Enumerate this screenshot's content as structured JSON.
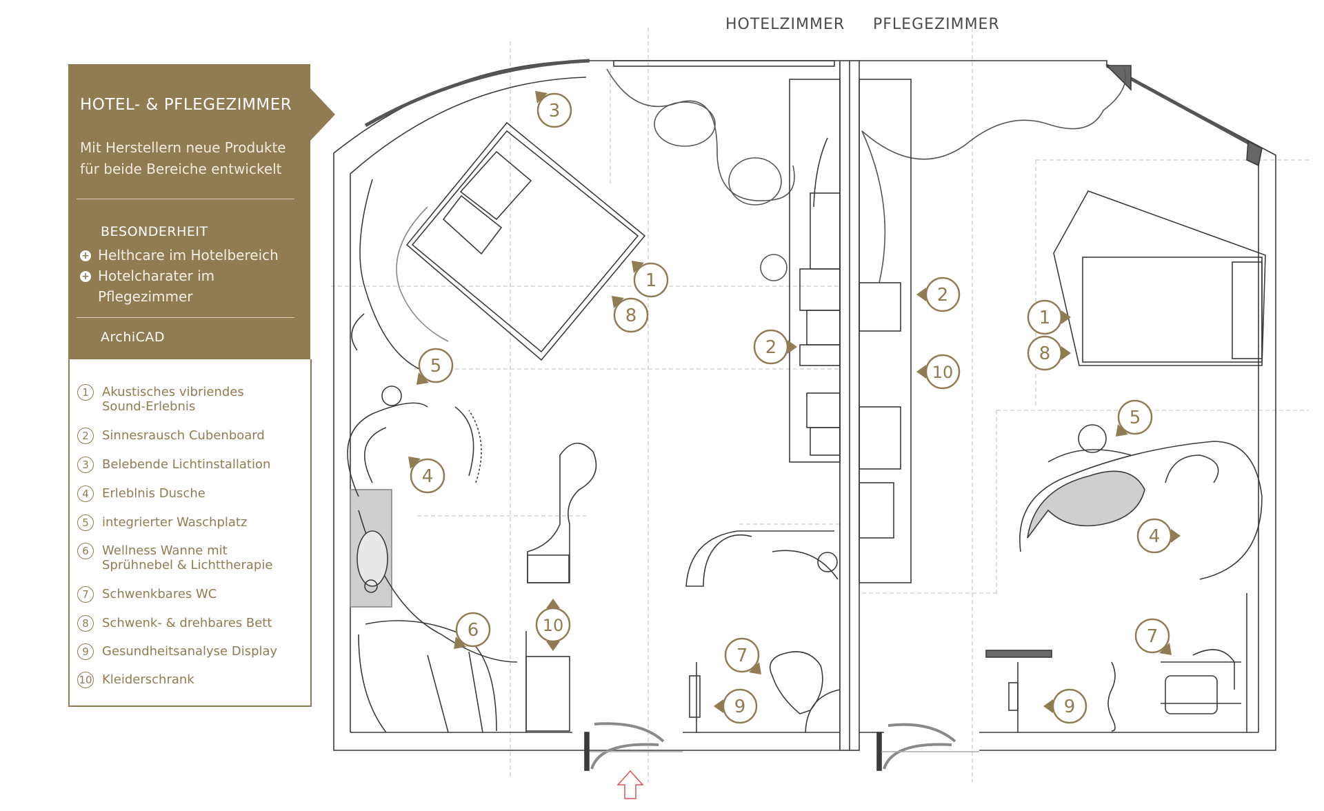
{
  "header": {
    "left_room": "HOTELZIMMER",
    "right_room": "PFLEGEZIMMER"
  },
  "panel": {
    "title": "HOTEL- & PFLEGEZIMMER",
    "subtitle_line1": "Mit Herstellern neue Produkte",
    "subtitle_line2": "für beide Bereiche entwickelt",
    "section1": "BESONDERHEIT",
    "bullet1": "Helthcare im Hotelbereich",
    "bullet2_line1": "Hotelcharater im",
    "bullet2_line2": "Pflegezimmer",
    "section2": "ArchiCAD"
  },
  "legend": [
    {
      "num": "1",
      "line1": "Akustisches vibriendes",
      "line2": "Sound-Erlebnis"
    },
    {
      "num": "2",
      "line1": "Sinnesrausch Cubenboard",
      "line2": ""
    },
    {
      "num": "3",
      "line1": "Belebende Lichtinstallation",
      "line2": ""
    },
    {
      "num": "4",
      "line1": "Erleblnis Dusche",
      "line2": ""
    },
    {
      "num": "5",
      "line1": "integrierter Waschplatz",
      "line2": ""
    },
    {
      "num": "6",
      "line1": "Wellness Wanne mit",
      "line2": "Sprühnebel & Lichttherapie"
    },
    {
      "num": "7",
      "line1": "Schwenkbares WC",
      "line2": ""
    },
    {
      "num": "8",
      "line1": "Schwenk- & drehbares Bett",
      "line2": ""
    },
    {
      "num": "9",
      "line1": "Gesundheitsanalyse Display",
      "line2": ""
    },
    {
      "num": "10",
      "line1": "Kleiderschrank",
      "line2": ""
    }
  ],
  "markers": {
    "hotel": [
      "3",
      "1",
      "8",
      "5",
      "2",
      "4",
      "10",
      "6",
      "7",
      "9"
    ],
    "care": [
      "2",
      "10",
      "1",
      "8",
      "5",
      "4",
      "7",
      "9"
    ]
  },
  "colors": {
    "accent": "#917b52",
    "line": "#3a3a3a"
  }
}
